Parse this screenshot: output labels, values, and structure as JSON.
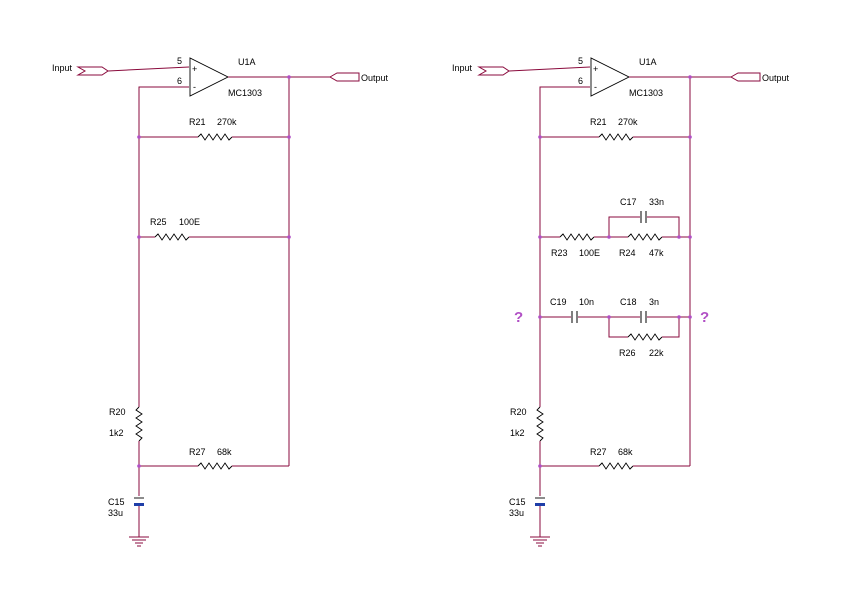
{
  "colors": {
    "wire": "#8a0a3c",
    "node": "#b14fc5",
    "component": "#000000",
    "electrolytic": "#1f3ea8",
    "question": "#b14fc5"
  },
  "left": {
    "input_label": "Input",
    "output_label": "Output",
    "u1": {
      "ref": "U1A",
      "part": "MC1303",
      "pin_plus": "5",
      "pin_minus": "6",
      "plus_sign": "+",
      "minus_sign": "-"
    },
    "r21": {
      "ref": "R21",
      "value": "270k"
    },
    "r25": {
      "ref": "R25",
      "value": "100E"
    },
    "r20": {
      "ref": "R20",
      "value": "1k2"
    },
    "r27": {
      "ref": "R27",
      "value": "68k"
    },
    "c15": {
      "ref": "C15",
      "value": "33u"
    }
  },
  "right": {
    "input_label": "Input",
    "output_label": "Output",
    "u1": {
      "ref": "U1A",
      "part": "MC1303",
      "pin_plus": "5",
      "pin_minus": "6",
      "plus_sign": "+",
      "minus_sign": "-"
    },
    "r21": {
      "ref": "R21",
      "value": "270k"
    },
    "c17": {
      "ref": "C17",
      "value": "33n"
    },
    "r23": {
      "ref": "R23",
      "value": "100E"
    },
    "r24": {
      "ref": "R24",
      "value": "47k"
    },
    "c19": {
      "ref": "C19",
      "value": "10n"
    },
    "c18": {
      "ref": "C18",
      "value": "3n"
    },
    "r26": {
      "ref": "R26",
      "value": "22k"
    },
    "r20": {
      "ref": "R20",
      "value": "1k2"
    },
    "r27": {
      "ref": "R27",
      "value": "68k"
    },
    "c15": {
      "ref": "C15",
      "value": "33u"
    },
    "question_left": "?",
    "question_right": "?"
  }
}
